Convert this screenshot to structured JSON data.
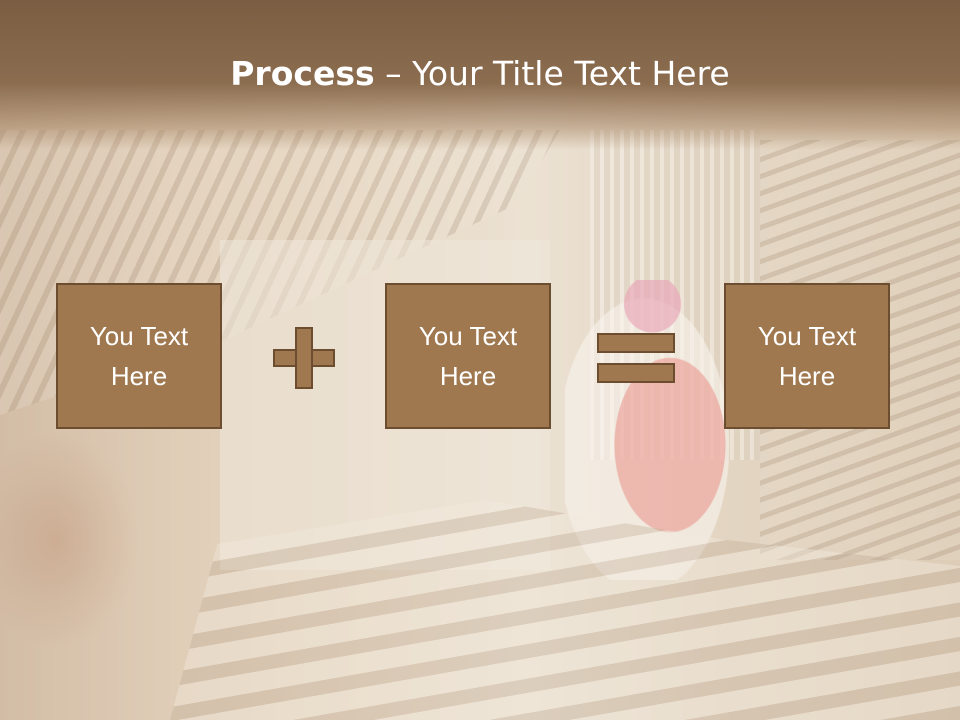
{
  "slide": {
    "title_bold": "Process",
    "title_rest": " – Your Title Text Here",
    "boxes": [
      {
        "line1": "You Text",
        "line2": "Here"
      },
      {
        "line1": "You Text",
        "line2": "Here"
      },
      {
        "line1": "You Text",
        "line2": "Here"
      }
    ],
    "operators": [
      "plus-icon",
      "equals-icon"
    ],
    "colors": {
      "title_band": "#8b6c4f",
      "box_fill": "#a0784f",
      "box_border": "#6d4d2f",
      "text": "#ffffff"
    }
  }
}
